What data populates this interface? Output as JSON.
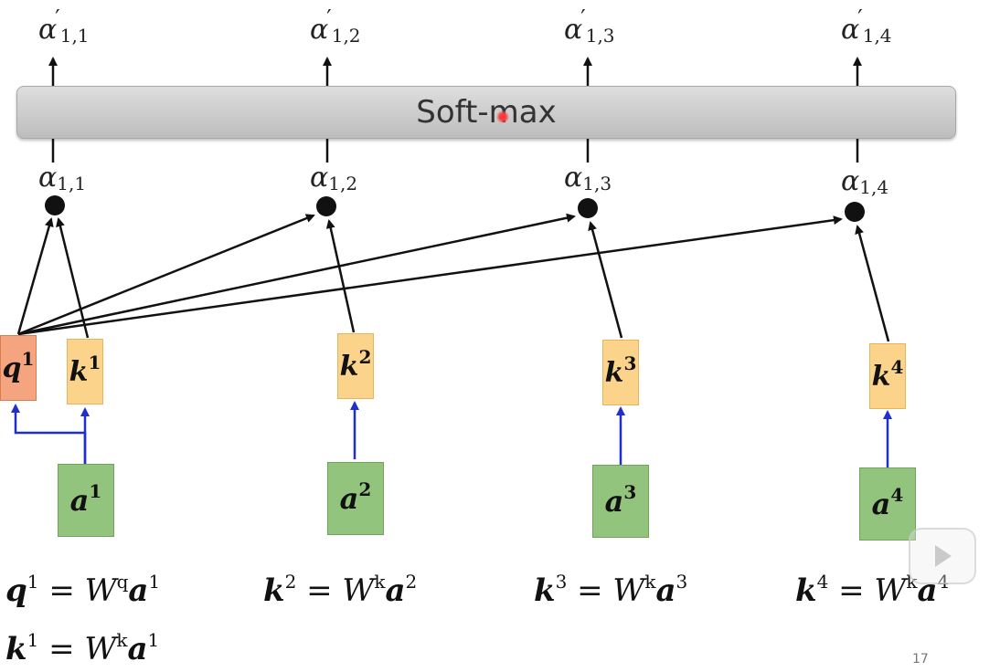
{
  "softmax_label": "Soft-max",
  "alpha_symbol": "α",
  "prime_mark": "′",
  "outputs": [
    "1,1",
    "1,2",
    "1,3",
    "1,4"
  ],
  "scores": [
    "1,1",
    "1,2",
    "1,3",
    "1,4"
  ],
  "q_box": {
    "base": "q",
    "sup": "1"
  },
  "k_boxes": [
    {
      "base": "k",
      "sup": "1"
    },
    {
      "base": "k",
      "sup": "2"
    },
    {
      "base": "k",
      "sup": "3"
    },
    {
      "base": "k",
      "sup": "4"
    }
  ],
  "a_boxes": [
    {
      "base": "a",
      "sup": "1"
    },
    {
      "base": "a",
      "sup": "2"
    },
    {
      "base": "a",
      "sup": "3"
    },
    {
      "base": "a",
      "sup": "4"
    }
  ],
  "formulas": [
    {
      "lhs": "q",
      "lhs_sup": "1",
      "eq": "=",
      "w": "W",
      "w_sup": "q",
      "rhs": "a",
      "rhs_sup": "1"
    },
    {
      "lhs": "k",
      "lhs_sup": "2",
      "eq": "=",
      "w": "W",
      "w_sup": "k",
      "rhs": "a",
      "rhs_sup": "2"
    },
    {
      "lhs": "k",
      "lhs_sup": "3",
      "eq": "=",
      "w": "W",
      "w_sup": "k",
      "rhs": "a",
      "rhs_sup": "3"
    },
    {
      "lhs": "k",
      "lhs_sup": "4",
      "eq": "=",
      "w": "W",
      "w_sup": "k",
      "rhs": "a",
      "rhs_sup": "4"
    },
    {
      "lhs": "k",
      "lhs_sup": "1",
      "eq": "=",
      "w": "W",
      "w_sup": "k",
      "rhs": "a",
      "rhs_sup": "1"
    }
  ],
  "page_number": "17",
  "icons": [
    "play-button-icon",
    "cursor-dot-icon"
  ],
  "colors": {
    "q": "#f4a57f",
    "k": "#fcd38a",
    "a": "#93c47d",
    "blue_arrow": "#1f2fcf"
  }
}
